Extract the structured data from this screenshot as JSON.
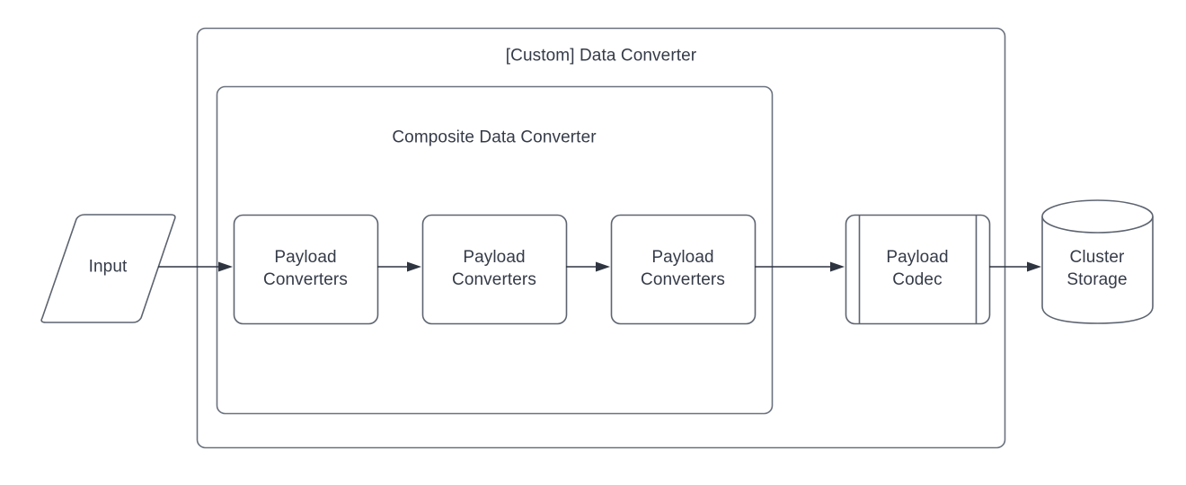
{
  "diagram": {
    "title": "[Custom] Data Converter",
    "background_color": "#ffffff",
    "stroke_color": "#5d6470",
    "text_color": "#353b48",
    "arrow_color": "#2f3540",
    "containers": [
      {
        "name": "custom-data-converter",
        "label": "[Custom] Data Converter",
        "shape": "rounded-rectangle"
      },
      {
        "name": "composite-data-converter",
        "label": "Composite Data Converter",
        "shape": "rounded-rectangle"
      }
    ],
    "nodes": [
      {
        "name": "input",
        "label": "Input",
        "shape": "parallelogram"
      },
      {
        "name": "payload-converters-1",
        "label": "Payload\nConverters",
        "shape": "rounded-rectangle"
      },
      {
        "name": "payload-converters-2",
        "label": "Payload\nConverters",
        "shape": "rounded-rectangle"
      },
      {
        "name": "payload-converters-3",
        "label": "Payload\nConverters",
        "shape": "rounded-rectangle"
      },
      {
        "name": "payload-codec",
        "label": "Payload\nCodec",
        "shape": "subprocess"
      },
      {
        "name": "cluster-storage",
        "label": "Cluster\nStorage",
        "shape": "cylinder"
      }
    ],
    "edges": [
      {
        "name": "input-to-converter-1",
        "from": "input",
        "to": "payload-converters-1",
        "style": "solid-arrow"
      },
      {
        "name": "converter-1-to-converter-2",
        "from": "payload-converters-1",
        "to": "payload-converters-2",
        "style": "solid-arrow"
      },
      {
        "name": "converter-2-to-converter-3",
        "from": "payload-converters-2",
        "to": "payload-converters-3",
        "style": "solid-arrow"
      },
      {
        "name": "converter-3-to-codec",
        "from": "payload-converters-3",
        "to": "payload-codec",
        "style": "solid-arrow"
      },
      {
        "name": "codec-to-storage",
        "from": "payload-codec",
        "to": "cluster-storage",
        "style": "solid-arrow"
      }
    ]
  }
}
